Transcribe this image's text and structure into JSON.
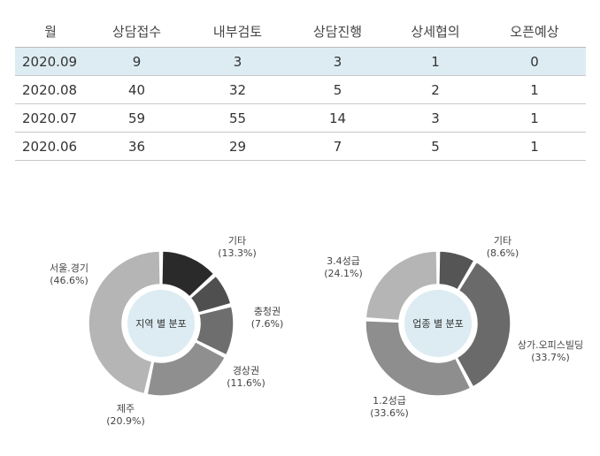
{
  "table": {
    "headers": [
      "월",
      "상담접수",
      "내부검토",
      "상담진행",
      "상세협의",
      "오픈예상"
    ],
    "rows": [
      [
        "2020.09",
        "9",
        "3",
        "3",
        "1",
        "0"
      ],
      [
        "2020.08",
        "40",
        "32",
        "5",
        "2",
        "1"
      ],
      [
        "2020.07",
        "59",
        "55",
        "14",
        "3",
        "1"
      ],
      [
        "2020.06",
        "36",
        "29",
        "7",
        "5",
        "1"
      ]
    ],
    "highlight_color": "#dcecf2"
  },
  "chart_data": [
    {
      "type": "pie",
      "center_label": "지역 별 분포",
      "categories": [
        "기타",
        "충청권",
        "경상권",
        "제주",
        "서울.경기"
      ],
      "value_labels": [
        "(13.3%)",
        "(7.6%)",
        "(11.6%)",
        "(20.9%)",
        "(46.6%)"
      ],
      "values": [
        13.3,
        7.6,
        11.6,
        20.9,
        46.6
      ],
      "colors": [
        "#2a2a2a",
        "#4f4f4f",
        "#6e6e6e",
        "#8f8f8f",
        "#b5b5b5"
      ],
      "hole_color": "#dcecf2"
    },
    {
      "type": "pie",
      "center_label": "업종 별 분포",
      "categories": [
        "기타",
        "상가.오피스빌딩",
        "1.2성급",
        "3.4성급"
      ],
      "value_labels": [
        "(8.6%)",
        "(33.7%)",
        "(33.6%)",
        "(24.1%)"
      ],
      "values": [
        8.6,
        33.7,
        33.6,
        24.1
      ],
      "colors": [
        "#555555",
        "#6a6a6a",
        "#8e8e8e",
        "#b5b5b5"
      ],
      "hole_color": "#dcecf2"
    }
  ]
}
